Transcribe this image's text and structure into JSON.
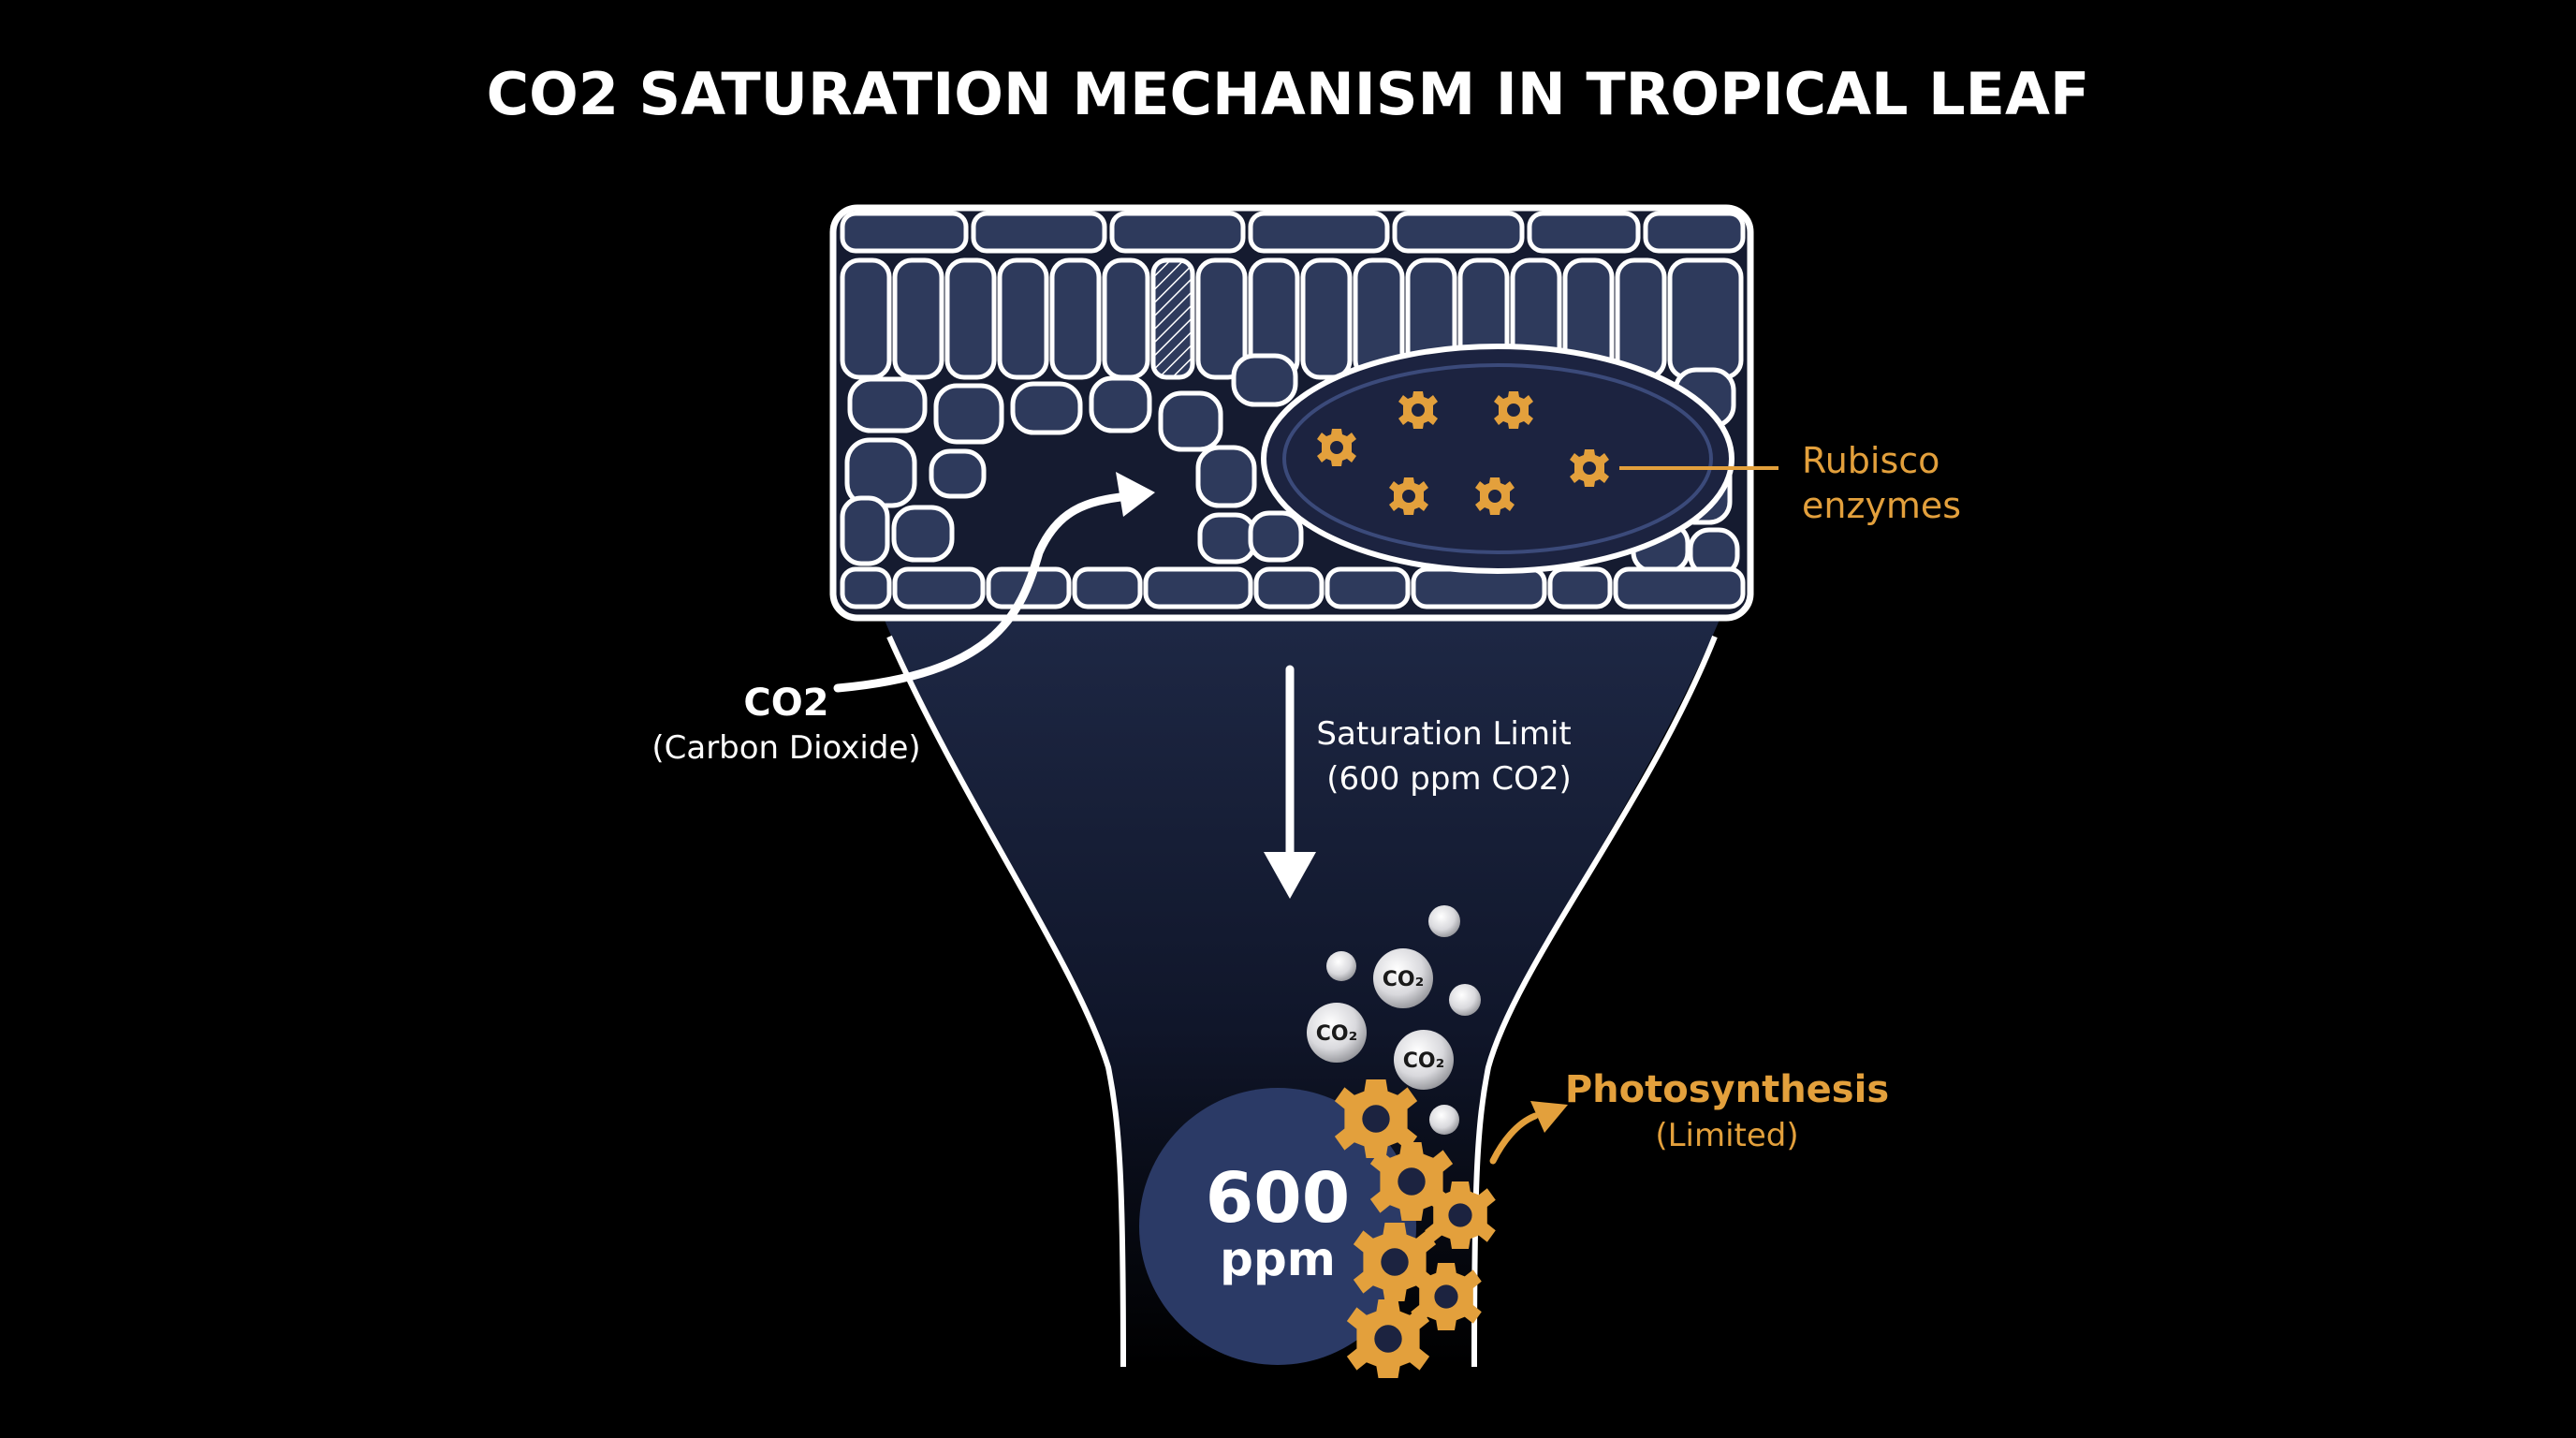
{
  "title": "CO2 SATURATION MECHANISM IN TROPICAL LEAF",
  "labels": {
    "co2_main": "CO2",
    "co2_sub": "(Carbon Dioxide)",
    "rubisco_line1": "Rubisco",
    "rubisco_line2": "enzymes",
    "saturation_line1": "Saturation Limit",
    "saturation_line2": "(600 ppm CO2)",
    "photo_main": "Photosynthesis",
    "photo_sub": "(Limited)",
    "ppm_value": "600",
    "ppm_unit": "ppm",
    "bubble_label": "CO₂"
  },
  "colors": {
    "background": "#000000",
    "cell_fill": "#2e3a5c",
    "cell_stroke": "#ffffff",
    "accent_orange": "#e3a03c",
    "ppm_circle": "#2b3a66"
  }
}
